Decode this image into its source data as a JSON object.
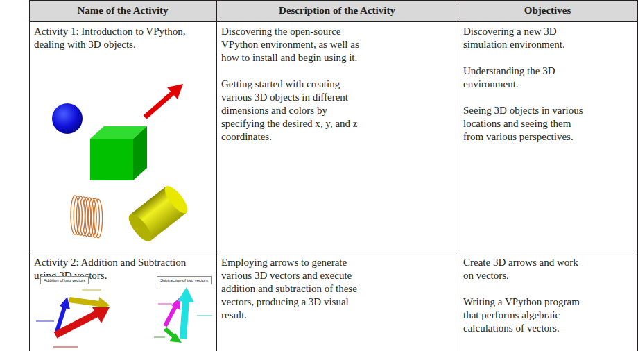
{
  "diagram": {
    "nodes": [
      {
        "text": [
          "Addition of two vectors"
        ]
      },
      {
        "text": [
          "Subtraction of two vectors"
        ]
      }
    ],
    "labels": [
      "Name of the Activity",
      "Description of the Activity",
      "Objectives",
      "Activity 1: Introduction to VPython, dealing with 3D objects.",
      "Discovering the open-source VPython environment, as well as how to install and begin using it.",
      "Getting started with creating various 3D objects in different dimensions and colors by specifying the desired x, y, and z coordinates.",
      "Discovering a new 3D simulation environment.",
      "Understanding the 3D environment.",
      "Seeing 3D objects in various locations and seeing them from various perspectives.",
      "Activity 2: Addition and Subtraction using 3D vectors.",
      "Employing arrows to generate various 3D vectors and execute addition and subtraction of these vectors, producing a 3D visual result.",
      "Create 3D arrows and work on vectors.",
      "Writing a VPython program that performs algebraic calculations of vectors."
    ]
  }
}
